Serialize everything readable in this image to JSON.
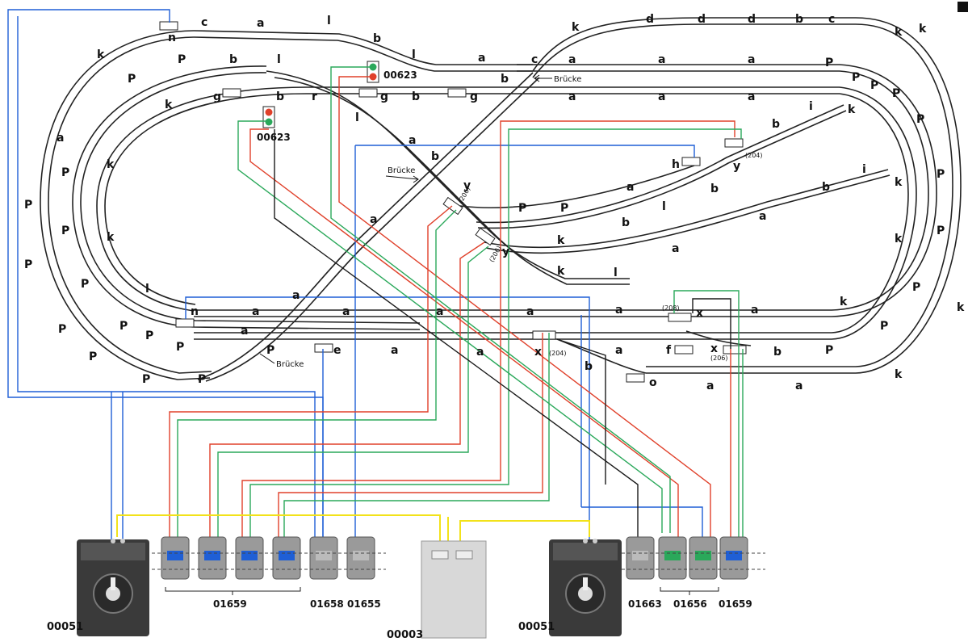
{
  "track_letters": {
    "c": "c",
    "a": "a",
    "l": "l",
    "b": "b",
    "k": "k",
    "p": "P",
    "d": "d",
    "n": "n",
    "g": "g",
    "r": "r",
    "h": "h",
    "y": "y",
    "i": "i",
    "x": "x",
    "e": "e",
    "f": "f",
    "o": "o"
  },
  "signal_codes": [
    "00623",
    "00623"
  ],
  "bridge_label": "Brücke",
  "turnout_codes": {
    "t204": "(204)",
    "t206": "(206)",
    "t208": "(208)"
  },
  "device_labels": {
    "transformer_left": "00051",
    "transformer_right": "00051",
    "power_box": "00003",
    "switch_group_left": "01659",
    "switch_1658": "01658",
    "switch_1655": "01655",
    "switch_1663": "01663",
    "switch_group_1656": "01656",
    "switch_1659_right": "01659"
  },
  "wire_colors": {
    "blue": "#1f5fd6",
    "red": "#e0402a",
    "green": "#2aa85a",
    "black": "#1a1a1a",
    "yellow": "#f2e21a"
  }
}
